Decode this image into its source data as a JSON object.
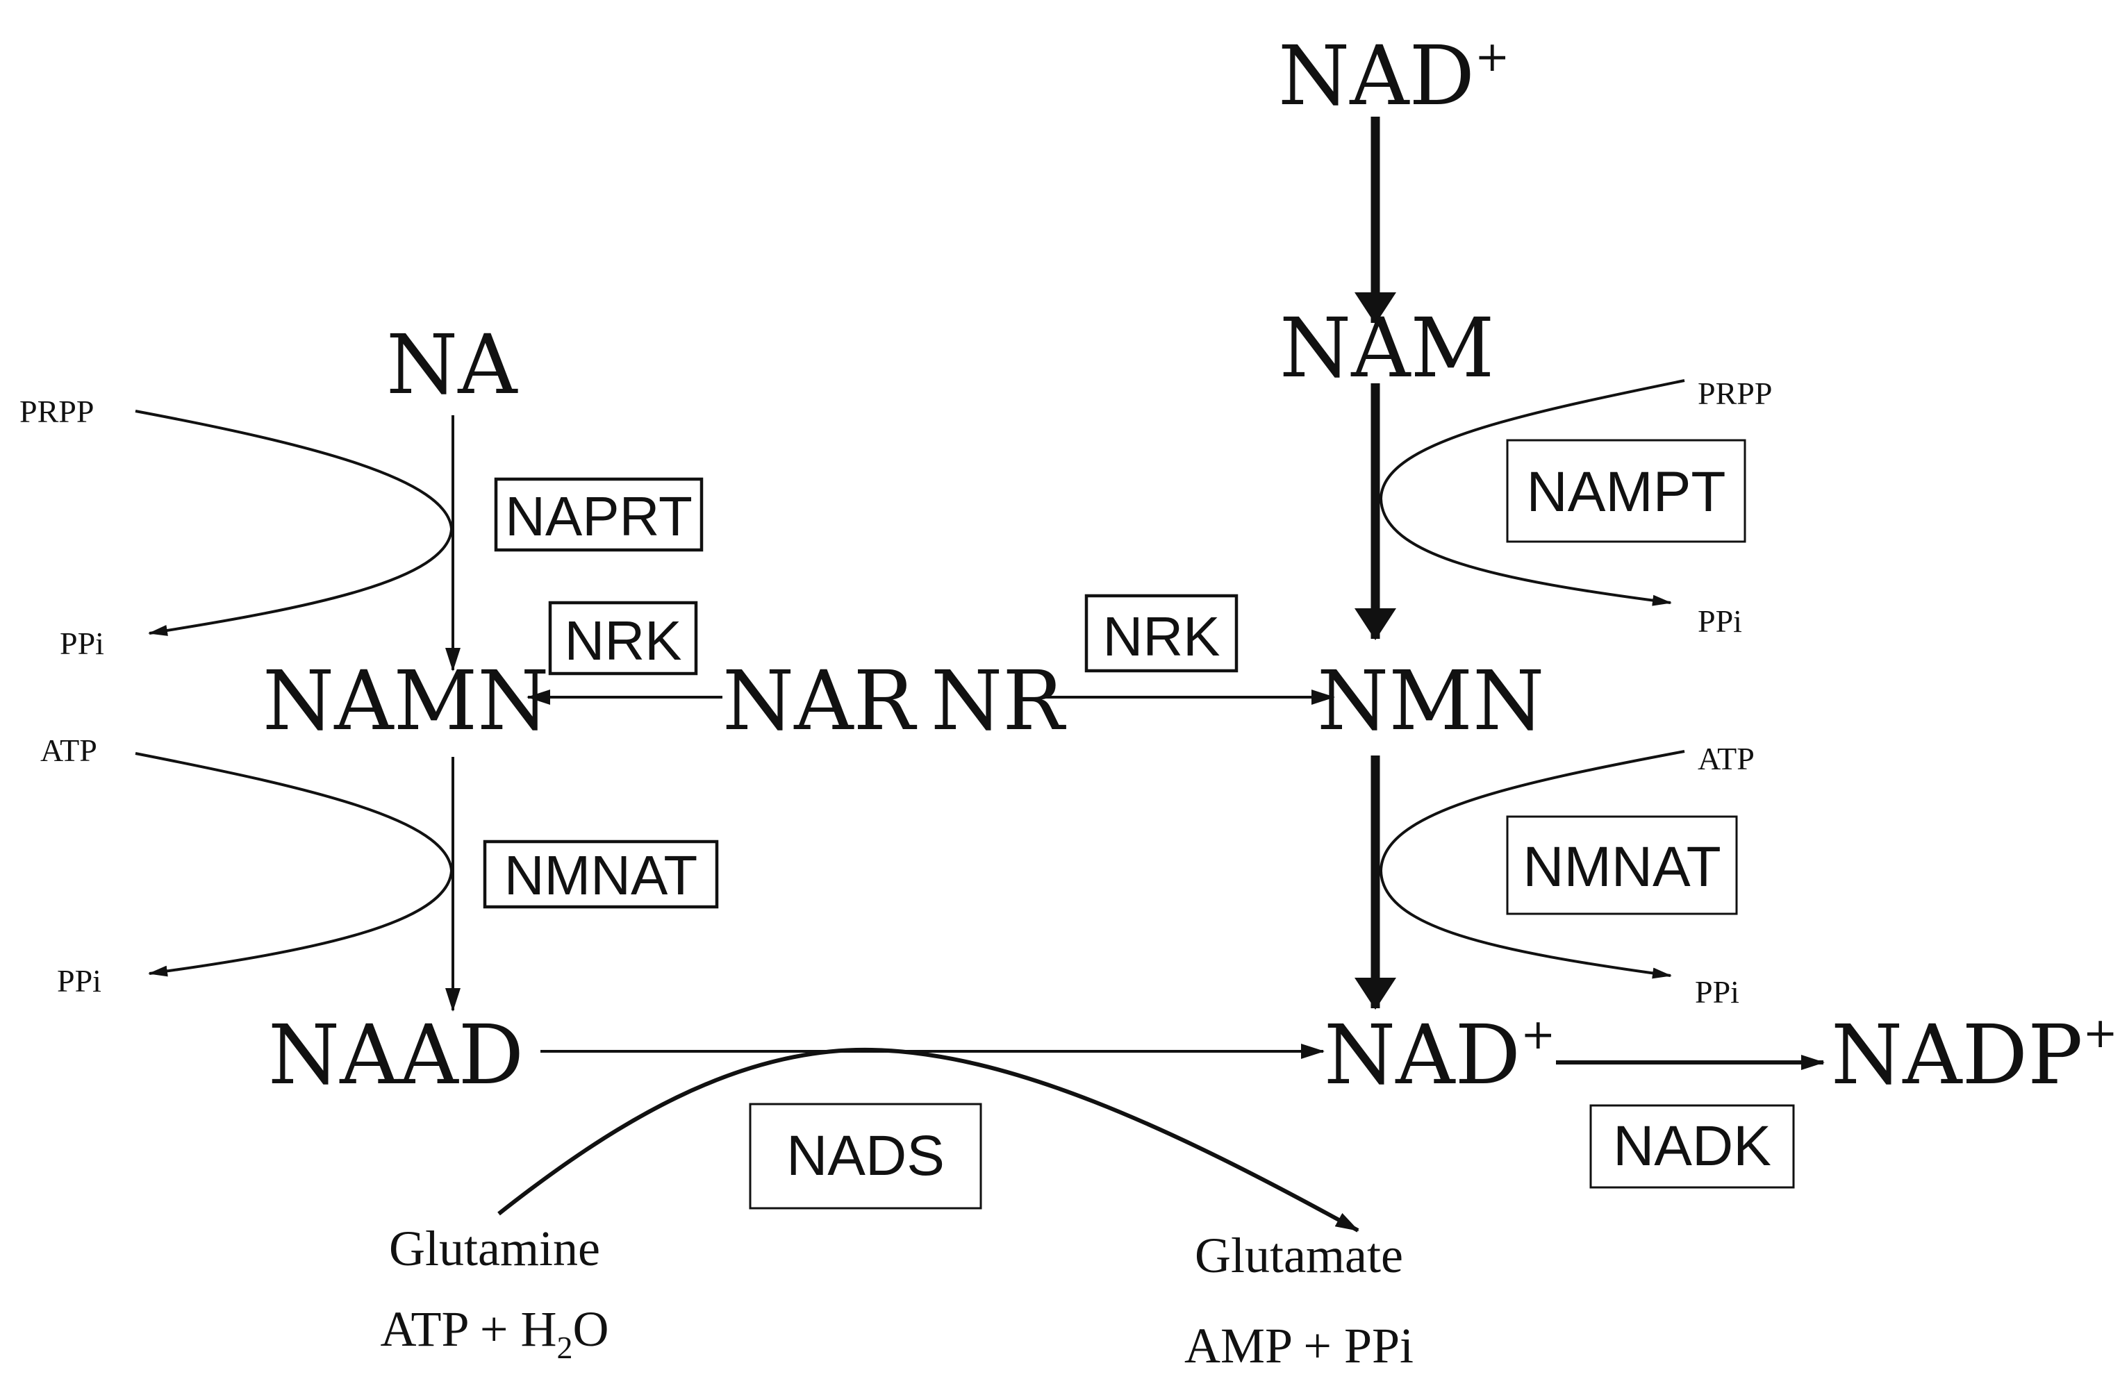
{
  "metabolites": {
    "nad_top": {
      "text": "NAD",
      "sup": "+"
    },
    "nam": "NAM",
    "na": "NA",
    "namn": "NAMN",
    "nar": "NAR",
    "nr": "NR",
    "nmn": "NMN",
    "naad": "NAAD",
    "nad_bottom": {
      "text": "NAD",
      "sup": "+"
    },
    "nadp": {
      "text": "NADP",
      "sup": "+"
    }
  },
  "enzymes": {
    "naprt": "NAPRT",
    "nrk_left": "NRK",
    "nrk_right": "NRK",
    "nmnat_left": "NMNAT",
    "nampt": "NAMPT",
    "nmnat_right": "NMNAT",
    "nads": "NADS",
    "nadk": "NADK"
  },
  "cosubstrates": {
    "left_prpp": "PRPP",
    "left_ppi_1": "PPi",
    "left_atp": "ATP",
    "left_ppi_2": "PPi",
    "right_prpp": "PRPP",
    "right_ppi_1": "PPi",
    "right_atp": "ATP",
    "right_ppi_2": "PPi",
    "glutamine": "Glutamine",
    "atp_h2o": {
      "pre": "ATP + H",
      "sub": "2",
      "post": "O"
    },
    "glutamate": "Glutamate",
    "amp_ppi": "AMP + PPi"
  }
}
